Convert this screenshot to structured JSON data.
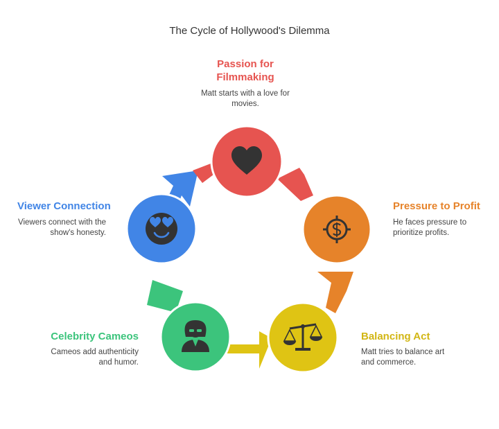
{
  "title": "The Cycle of Hollywood's Dilemma",
  "steps": [
    {
      "title": "Passion for\nFilmmaking",
      "desc": "Matt starts with a love for\nmovies.",
      "color": "#e65450",
      "icon": "heart-icon"
    },
    {
      "title": "Pressure to Profit",
      "desc": "He faces pressure to\nprioritize profits.",
      "color": "#e6832a",
      "icon": "dollar-target-icon"
    },
    {
      "title": "Balancing Act",
      "desc": "Matt tries to balance art\nand commerce.",
      "color": "#dfc414",
      "icon": "balance-scale-icon"
    },
    {
      "title": "Celebrity Cameos",
      "desc": "Cameos add authenticity\nand humor.",
      "color": "#3cc47c",
      "icon": "celebrity-person-icon"
    },
    {
      "title": "Viewer Connection",
      "desc": "Viewers connect with the\nshow's honesty.",
      "color": "#4185e6",
      "icon": "heart-eyes-face-icon"
    }
  ]
}
